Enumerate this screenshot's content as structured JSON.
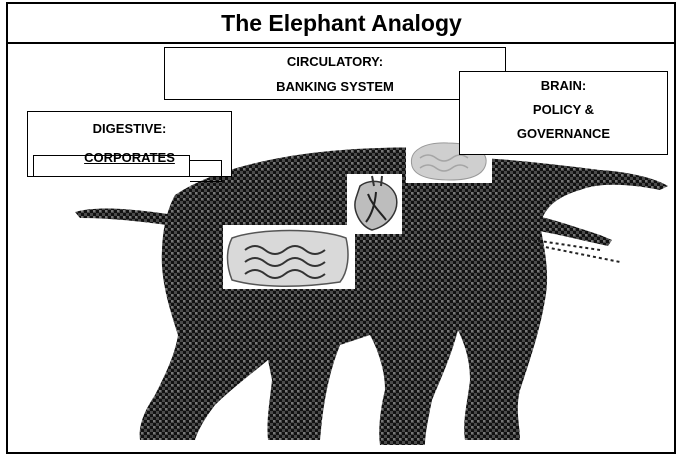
{
  "title": "The Elephant Analogy",
  "labels": {
    "circulatory": {
      "line1": "CIRCULATORY:",
      "line2": "BANKING SYSTEM"
    },
    "brain": {
      "line1": "BRAIN:",
      "line2": "POLICY &",
      "line3": "GOVERNANCE"
    },
    "digestive": {
      "line1": "DIGESTIVE:",
      "line2": "CORPORATES"
    }
  },
  "colors": {
    "elephant": "#3b3b3b",
    "texture": "#111111",
    "organ": "#cfcfcf"
  },
  "icons": [
    "elephant-silhouette",
    "brain-icon",
    "heart-icon",
    "intestines-icon"
  ]
}
